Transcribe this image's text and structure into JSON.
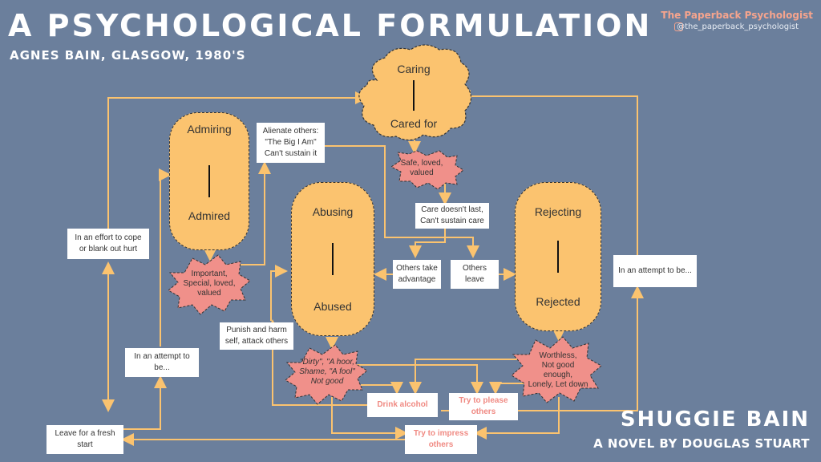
{
  "header": {
    "title": "A PSYCHOLOGICAL FORMULATION",
    "subtitle": "AGNES BAIN, GLASGOW, 1980'S",
    "brand": "The Paperback Psychologist",
    "handle": "@the_paperback_psychologist"
  },
  "footer": {
    "book_title": "SHUGGIE BAIN",
    "book_subtitle": "A NOVEL BY DOUGLAS STUART"
  },
  "nodes": {
    "caring": {
      "top": "Caring",
      "bottom": "Cared for"
    },
    "admiring": {
      "top": "Admiring",
      "bottom": "Admired"
    },
    "abusing": {
      "top": "Abusing",
      "bottom": "Abused"
    },
    "rejecting": {
      "top": "Rejecting",
      "bottom": "Rejected"
    },
    "safe_loved": "Safe, loved,\nvalued",
    "important": "Important,\nSpecial, loved,\nvalued",
    "dirty": "\"Dirty\", \"A hoor,\nShame, \"A fool\"\nNot good",
    "worthless": "Worthless,\nNot good\nenough,\nLonely, Let down",
    "alienate": "Alienate others:\n\"The Big I Am\"\nCan't sustain it",
    "care_doesnt_last": "Care doesn't last,\nCan't sustain care",
    "others_take": "Others take\nadvantage",
    "others_leave": "Others\nleave",
    "effort_to_cope": "In an effort to cope\nor blank out  hurt",
    "attempt_to_be_right": "In an attempt to be...",
    "attempt_to_be_left": "In an attempt to\nbe...",
    "punish": "Punish and harm\nself, attack others",
    "leave_fresh": "Leave for a fresh\nstart",
    "drink_alcohol": "Drink alcohol",
    "try_please": "Try to please\nothers",
    "try_impress": "Try to impress\nothers"
  },
  "colors": {
    "background": "#6b7f9c",
    "node_fill": "#fbc36f",
    "emotion_fill": "#f0908a",
    "arrow": "#fbc36f",
    "accent_text": "#f08a83"
  }
}
